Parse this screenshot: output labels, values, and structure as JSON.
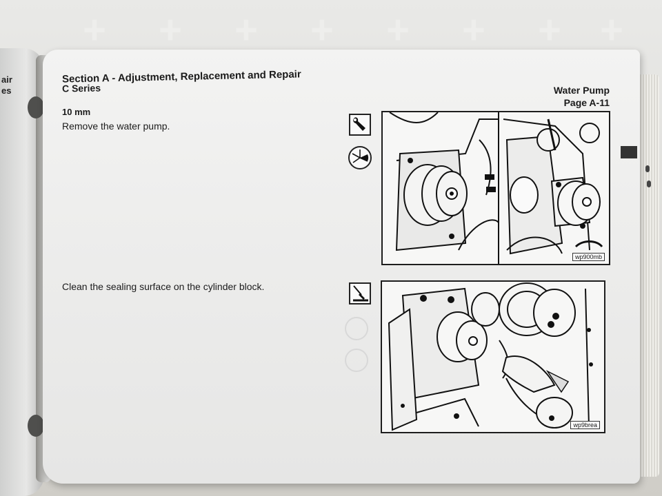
{
  "header": {
    "section_title": "Section A - Adjustment, Replacement and Repair",
    "series": "C Series",
    "topic": "Water Pump",
    "page": "Page A-11"
  },
  "steps": [
    {
      "tool_size": "10 mm",
      "instruction": "Remove the water pump.",
      "figure_code": "wp900mb",
      "icons": [
        "wrench-icon",
        "pie-chart-icon"
      ]
    },
    {
      "instruction": "Clean the sealing surface on the cylinder block.",
      "figure_code": "wp9brea",
      "icons": [
        "scraper-icon"
      ]
    }
  ],
  "left_page": {
    "fragments": [
      "air",
      "es"
    ]
  }
}
